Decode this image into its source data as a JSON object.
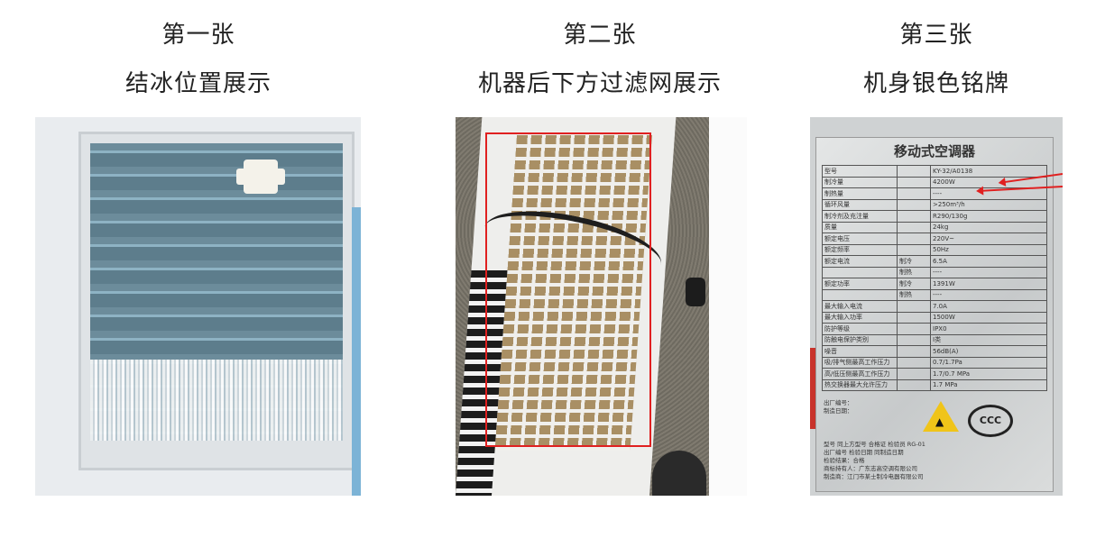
{
  "panels": [
    {
      "heading": "第一张",
      "caption": "结冰位置展示"
    },
    {
      "heading": "第二张",
      "caption": "机器后下方过滤网展示"
    },
    {
      "heading": "第三张",
      "caption": "机身银色铭牌"
    }
  ],
  "nameplate": {
    "title": "移动式空调器",
    "rows": [
      [
        "型号",
        "",
        "KY-32/A0138"
      ],
      [
        "制冷量",
        "",
        "4200W"
      ],
      [
        "制热量",
        "",
        "----"
      ],
      [
        "循环风量",
        "",
        ">250m³/h"
      ],
      [
        "制冷剂及充注量",
        "",
        "R290/130g"
      ],
      [
        "质量",
        "",
        "24kg"
      ],
      [
        "额定电压",
        "",
        "220V~"
      ],
      [
        "额定频率",
        "",
        "50Hz"
      ],
      [
        "额定电流",
        "制冷",
        "6.5A"
      ],
      [
        "",
        "制热",
        "----"
      ],
      [
        "额定功率",
        "制冷",
        "1391W"
      ],
      [
        "",
        "制热",
        "----"
      ],
      [
        "最大输入电流",
        "",
        "7.0A"
      ],
      [
        "最大输入功率",
        "",
        "1500W"
      ],
      [
        "防护等级",
        "",
        "IPX0"
      ],
      [
        "防触电保护类别",
        "",
        "I类"
      ],
      [
        "噪音",
        "",
        "56dB(A)"
      ],
      [
        "吸/排气侧最高工作压力",
        "",
        "0.7/1.7Pa"
      ],
      [
        "高/低压侧最高工作压力",
        "",
        "1.7/0.7 MPa"
      ],
      [
        "热交换器最大允许压力",
        "",
        "1.7 MPa"
      ]
    ],
    "serial_label": "出厂编号：",
    "date_label": "制造日期：",
    "ccc": "CCC",
    "footer": [
      "型号  同上方型号    合格证    检验员  RG-01",
      "出厂编号                      检验日期  同制造日期",
      "检验结果：合格",
      "商标持有人：广东志高空调有限公司",
      "制造商：江门市某士制冷电器有限公司"
    ]
  }
}
